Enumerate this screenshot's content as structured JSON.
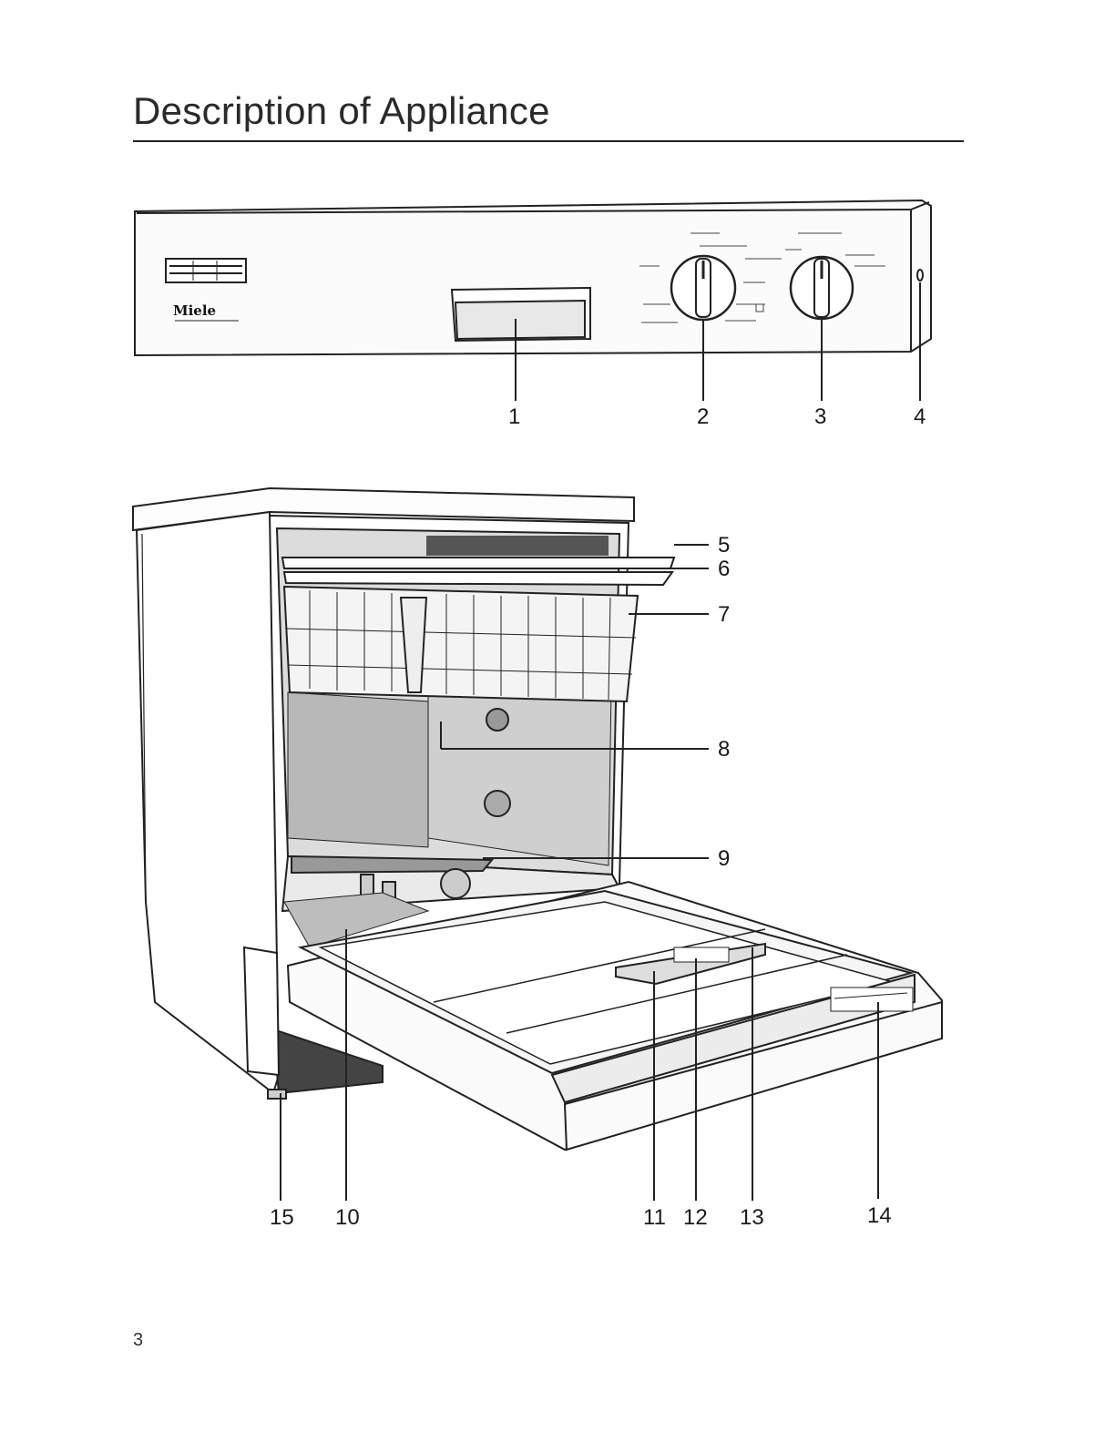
{
  "page": {
    "title": "Description of Appliance",
    "page_number": "3"
  },
  "panel": {
    "brand": "Miele"
  },
  "callouts": [
    "1",
    "2",
    "3",
    "4",
    "5",
    "6",
    "7",
    "8",
    "9",
    "10",
    "11",
    "12",
    "13",
    "14",
    "15"
  ]
}
